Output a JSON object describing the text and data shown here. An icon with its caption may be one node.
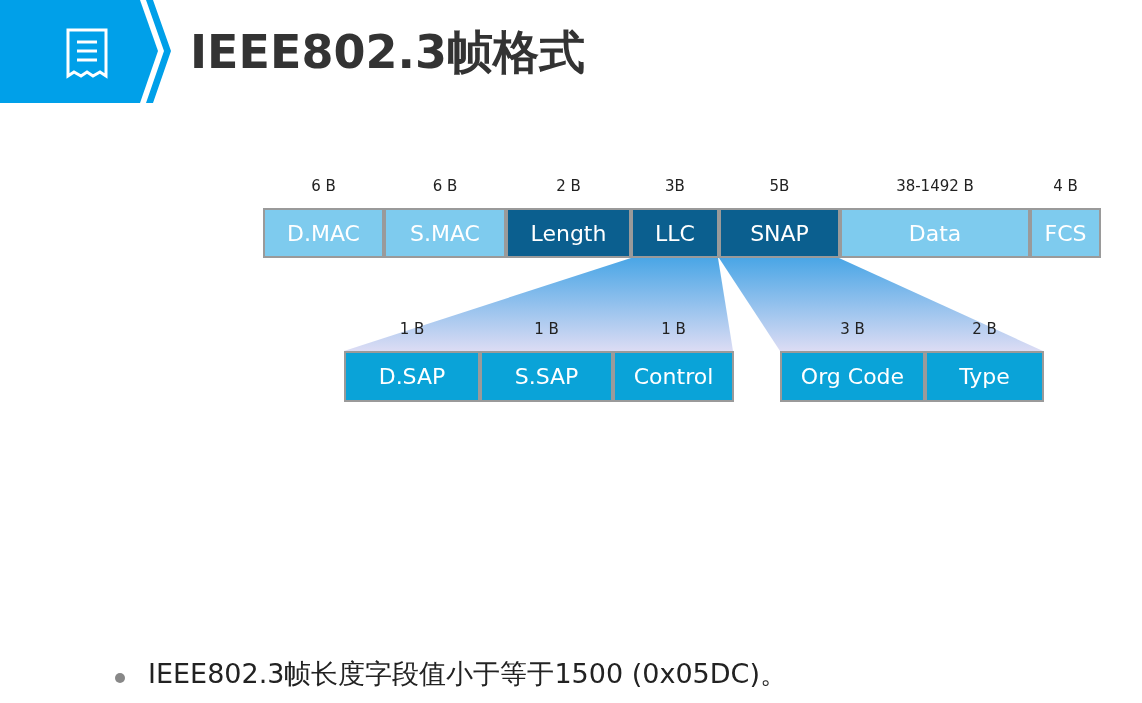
{
  "diagram": {
    "title": "IEEE802.3帧格式",
    "nodes": [
      {
        "text": [
          "D.MAC"
        ],
        "beside": [
          "6 B"
        ]
      },
      {
        "text": [
          "S.MAC"
        ],
        "beside": [
          "6 B"
        ]
      },
      {
        "text": [
          "Length"
        ],
        "beside": [
          "2 B"
        ]
      },
      {
        "text": [
          "LLC"
        ],
        "beside": [
          "3B"
        ]
      },
      {
        "text": [
          "SNAP"
        ],
        "beside": [
          "5B"
        ]
      },
      {
        "text": [
          "Data"
        ],
        "beside": [
          "38-1492 B"
        ]
      },
      {
        "text": [
          "FCS"
        ],
        "beside": [
          "4 B"
        ]
      },
      {
        "text": [
          "D.SAP"
        ],
        "beside": [
          "1 B"
        ]
      },
      {
        "text": [
          "S.SAP"
        ],
        "beside": [
          "1 B"
        ]
      },
      {
        "text": [
          "Control"
        ],
        "beside": [
          "1 B"
        ]
      },
      {
        "text": [
          "Org Code"
        ],
        "beside": [
          "3 B"
        ]
      },
      {
        "text": [
          "Type"
        ],
        "beside": [
          "2 B"
        ]
      }
    ],
    "labels": [
      "IEEE802.3帧长度字段值小于等于1500 (0x05DC)。"
    ]
  }
}
